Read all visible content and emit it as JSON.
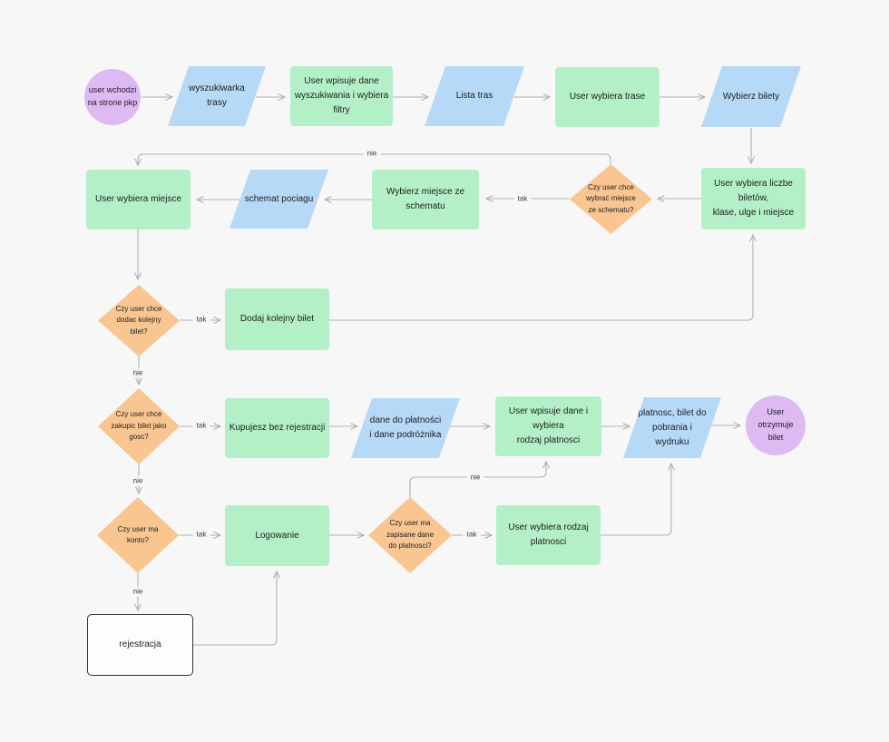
{
  "theme": {
    "canvas": "#f7f7f7",
    "green": "#b3f0c7",
    "blue": "#b6d9f8",
    "purple": "#ddbaf2",
    "orange": "#f9c691",
    "line": "#b0b0b0",
    "ink": "#1d1d1f",
    "label": "#3c3c3c"
  },
  "labels": {
    "yes": "tak",
    "no": "nie"
  },
  "nodes": {
    "start": {
      "label": "user wchodzi\nna strone pkp",
      "type": "terminator"
    },
    "search_engine": {
      "label": "wyszukiwarka\ntrasy",
      "type": "io"
    },
    "enter_search": {
      "label": "User wpisuje dane\nwyszukiwania i wybiera filtry",
      "type": "process"
    },
    "route_list": {
      "label": "Lista tras",
      "type": "io"
    },
    "choose_route": {
      "label": "User wybiera trase",
      "type": "process"
    },
    "choose_tickets": {
      "label": "Wybierz bilety",
      "type": "io"
    },
    "choose_count": {
      "label": "User wybiera liczbe biletów,\nklase, ulge i miejsce",
      "type": "process"
    },
    "q_schema": {
      "label": "Czy user chce\nwybrać miejsce\nze schematu?",
      "type": "decision"
    },
    "choose_seat_schema": {
      "label": "Wybierz miejsce ze schematu",
      "type": "process"
    },
    "train_schema": {
      "label": "schemat pociagu",
      "type": "io"
    },
    "choose_seat": {
      "label": "User wybiera miejsce",
      "type": "process"
    },
    "q_another": {
      "label": "Czy user chce\ndodac kolejny\nbilet?",
      "type": "decision"
    },
    "add_ticket": {
      "label": "Dodaj kolejny bilet",
      "type": "process"
    },
    "q_guest": {
      "label": "Czy user chce\nzakupic bilet jako\ngosc?",
      "type": "decision"
    },
    "buy_no_reg": {
      "label": "Kupujesz bez rejestracji",
      "type": "process"
    },
    "payment_data": {
      "label": "dane do płatności\ni dane podróżnika",
      "type": "io"
    },
    "enter_payment": {
      "label": "User wpisuje dane i wybiera\nrodzaj platnosci",
      "type": "process"
    },
    "payment_output": {
      "label": "platnosc, bilet do\npobrania i\nwydruku",
      "type": "io"
    },
    "end": {
      "label": "User\notrzymuje\nbilet",
      "type": "terminator"
    },
    "q_account": {
      "label": "Czy user ma\nkonto?",
      "type": "decision"
    },
    "login": {
      "label": "Logowanie",
      "type": "process"
    },
    "q_saved": {
      "label": "Czy user ma\nzapisane dane\ndo platnosci?",
      "type": "decision"
    },
    "choose_payment": {
      "label": "User wybiera rodzaj platnosci",
      "type": "process"
    },
    "register": {
      "label": "rejestracja",
      "type": "manual"
    }
  }
}
